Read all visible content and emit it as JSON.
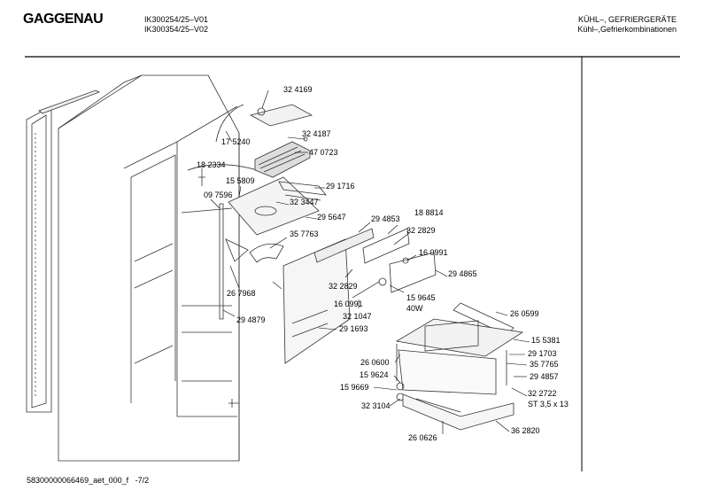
{
  "header": {
    "brand": "GAGGENAU",
    "model_line_1": "IK300254/25–V01",
    "model_line_2": "IK300354/25–V02",
    "category_line_1": "KÜHL–, GEFRIERGERÄTE",
    "category_line_2": "Kühl–,Gefrierkombinationen"
  },
  "footer": {
    "document_id": "58300000066469_aet_000_f",
    "page": "-7/2"
  },
  "parts": [
    {
      "id": "p1",
      "label": "32 4169"
    },
    {
      "id": "p2",
      "label": "32 4187"
    },
    {
      "id": "p3",
      "label": "17 5240"
    },
    {
      "id": "p4",
      "label": "47 0723"
    },
    {
      "id": "p5",
      "label": "18 2334"
    },
    {
      "id": "p6",
      "label": "15 5809"
    },
    {
      "id": "p7",
      "label": "29 1716"
    },
    {
      "id": "p8",
      "label": "09 7596"
    },
    {
      "id": "p9",
      "label": "32 3447"
    },
    {
      "id": "p10",
      "label": "29 5647"
    },
    {
      "id": "p11",
      "label": "29 4853"
    },
    {
      "id": "p12",
      "label": "18 8814"
    },
    {
      "id": "p13",
      "label": "32 2829"
    },
    {
      "id": "p14",
      "label": "35 7763"
    },
    {
      "id": "p15",
      "label": "16 0991"
    },
    {
      "id": "p16",
      "label": "29 4865"
    },
    {
      "id": "p17",
      "label": "32 2829"
    },
    {
      "id": "p18",
      "label": "26 7968"
    },
    {
      "id": "p19",
      "label": "16 0991"
    },
    {
      "id": "p20",
      "label": "15 9645"
    },
    {
      "id": "p21",
      "label": "40W"
    },
    {
      "id": "p22",
      "label": "32 1047"
    },
    {
      "id": "p23",
      "label": "29 4879"
    },
    {
      "id": "p24",
      "label": "26 0599"
    },
    {
      "id": "p25",
      "label": "29 1693"
    },
    {
      "id": "p26",
      "label": "15 5381"
    },
    {
      "id": "p27",
      "label": "29 1703"
    },
    {
      "id": "p28",
      "label": "26 0600"
    },
    {
      "id": "p29",
      "label": "35 7765"
    },
    {
      "id": "p30",
      "label": "15 9624"
    },
    {
      "id": "p31",
      "label": "29 4857"
    },
    {
      "id": "p32",
      "label": "15 9669"
    },
    {
      "id": "p33",
      "label": "32 2722"
    },
    {
      "id": "p34",
      "label": "ST 3,5 x 13"
    },
    {
      "id": "p35",
      "label": "32 3104"
    },
    {
      "id": "p36",
      "label": "26 0626"
    },
    {
      "id": "p37",
      "label": "36 2820"
    }
  ]
}
